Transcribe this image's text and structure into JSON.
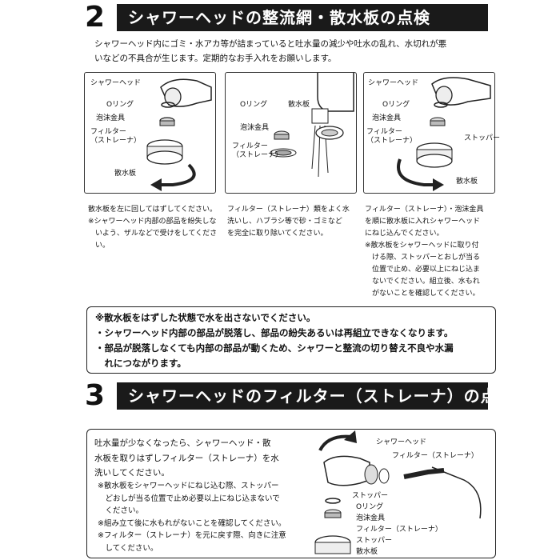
{
  "section2": {
    "number": "2",
    "title": "シャワーヘッドの整流網・散水板の点検",
    "intro": "シャワーヘッド内にゴミ・水アカ等が詰まっていると吐水量の減少や吐水の乱れ、水切れが悪\nいなどの不具合が生じます。定期的なお手入れをお願いします。",
    "panel1": {
      "labels": [
        "シャワーヘッド",
        "Oリング",
        "泡沫金具",
        "フィルター\n（ストレーナ）",
        "散水板"
      ],
      "caption": "散水板を左に回してはずしてください。\n※シャワーヘッド内部の部品を紛失しな\n　いよう、ザルなどで受けをしてくださ\n　い。"
    },
    "panel2": {
      "labels": [
        "Oリング",
        "散水板",
        "泡沫金具",
        "フィルター\n（ストレーナ）"
      ],
      "caption": "フィルター（ストレーナ）類をよく水\n洗いし、ハブラシ等で砂・ゴミなど\nを完全に取り除いてください。"
    },
    "panel3": {
      "labels": [
        "シャワーヘッド",
        "Oリング",
        "泡沫金具",
        "フィルター\n（ストレーナ）",
        "ストッパー",
        "散水板"
      ],
      "caption": "フィルター（ストレーナ）・泡沫金具\nを順に散水板に入れシャワーヘッド\nにねじ込んでください。\n※散水板をシャワーヘッドに取り付\n　ける際、ストッパーとおしが当る\n　位置で止め、必要以上にねじ込ま\n　ないでください。組立後、水もれ\n　がないことを確認してください。"
    },
    "warning": "※散水板をはずした状態で水を出さないでください。\n・シャワーヘッド内部の部品が脱落し、部品の紛失あるいは再組立できなくなります。\n・部品が脱落しなくても内部の部品が動くため、シャワーと整流の切り替え不良や水漏\n　れにつながります。"
  },
  "section3": {
    "number": "3",
    "title": "シャワーヘッドのフィルター（ストレーナ）の点検",
    "text": "吐水量が少なくなったら、シャワーヘッド・散\n水板を取りはずしフィルター（ストレーナ）を水\n洗いしてください。",
    "notes": "※散水板をシャワーヘッドにねじ込む際、ストッパー\n　どおしが当る位置で止め必要以上にねじ込まないで\n　ください。\n※組み立て後に水もれがないことを確認してください。\n※フィルター（ストレーナ）を元に戻す際、向きに注意\n　してください。",
    "labels": [
      "シャワーヘッド",
      "フィルター（ストレーナ）",
      "ストッパー",
      "Oリング",
      "泡沫金具",
      "フィルター（ストレーナ）",
      "ストッパー",
      "散水板"
    ]
  }
}
